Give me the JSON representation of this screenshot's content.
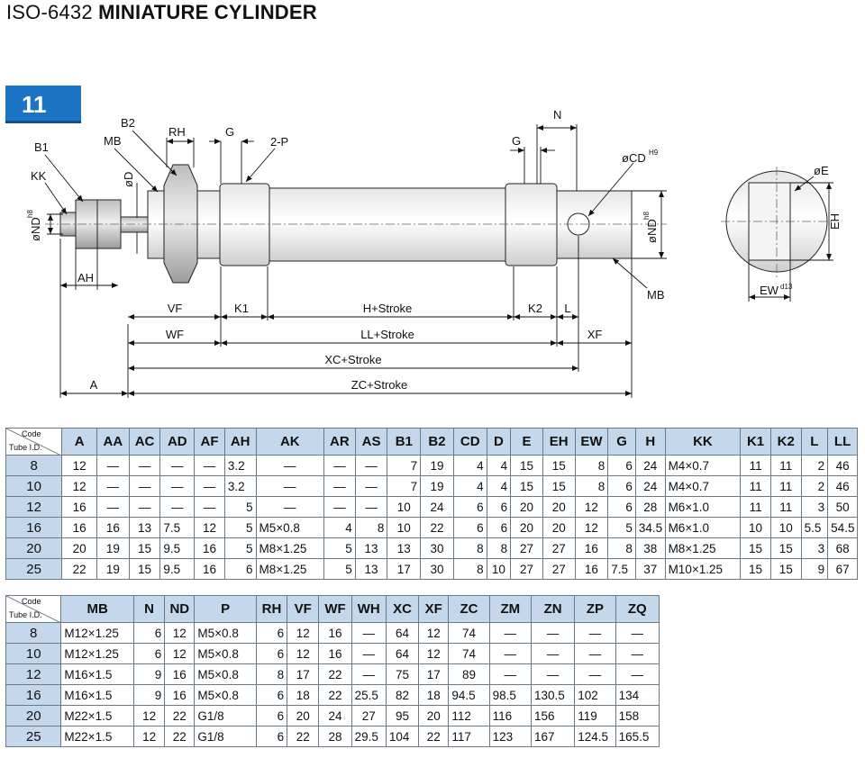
{
  "title": {
    "light": "ISO-6432",
    "bold": "MINIATURE CYLINDER"
  },
  "badge": "11",
  "drawing_labels": {
    "b2": "B2",
    "rh": "RH",
    "g_left": "G",
    "two_p": "2-P",
    "b1": "B1",
    "mb_top": "MB",
    "od": "øD",
    "kk": "KK",
    "ond_left": "øND",
    "ond_left_sup": "h8",
    "ah": "AH",
    "n": "N",
    "g_right": "G",
    "ocd": "øCD",
    "ocd_sup": "H9",
    "ond_right": "øND",
    "ond_right_sup": "h8",
    "mb_bottom": "MB",
    "oe": "øE",
    "eh": "EH",
    "ew": "EW",
    "ew_sup": "d13",
    "vf": "VF",
    "k1": "K1",
    "h_stroke": "H+Stroke",
    "k2": "K2",
    "l": "L",
    "wf": "WF",
    "ll_stroke": "LL+Stroke",
    "xf": "XF",
    "xc_stroke": "XC+Stroke",
    "a": "A",
    "zc_stroke": "ZC+Stroke"
  },
  "corner": {
    "code": "Code",
    "tube": "Tube I.D."
  },
  "table1": {
    "headers": [
      "A",
      "AA",
      "AC",
      "AD",
      "AF",
      "AH",
      "AK",
      "AR",
      "AS",
      "B1",
      "B2",
      "CD",
      "D",
      "E",
      "EH",
      "EW",
      "G",
      "H",
      "KK",
      "K1",
      "K2",
      "L",
      "LL"
    ],
    "rows": [
      [
        "8",
        "12",
        "—",
        "—",
        "—",
        "—",
        "3.2",
        "—",
        "—",
        "—",
        "7",
        "19",
        "4",
        "4",
        "15",
        "15",
        "8",
        "6",
        "24",
        "M4×0.7",
        "11",
        "11",
        "2",
        "46"
      ],
      [
        "10",
        "12",
        "—",
        "—",
        "—",
        "—",
        "3.2",
        "—",
        "—",
        "—",
        "7",
        "19",
        "4",
        "4",
        "15",
        "15",
        "8",
        "6",
        "24",
        "M4×0.7",
        "11",
        "11",
        "2",
        "46"
      ],
      [
        "12",
        "16",
        "—",
        "—",
        "—",
        "—",
        "5",
        "—",
        "—",
        "—",
        "10",
        "24",
        "6",
        "6",
        "20",
        "20",
        "12",
        "6",
        "28",
        "M6×1.0",
        "11",
        "11",
        "3",
        "50"
      ],
      [
        "16",
        "16",
        "16",
        "13",
        "7.5",
        "12",
        "5",
        "M5×0.8",
        "4",
        "8",
        "10",
        "22",
        "6",
        "6",
        "20",
        "20",
        "12",
        "5",
        "34.5",
        "M6×1.0",
        "10",
        "10",
        "5.5",
        "54.5"
      ],
      [
        "20",
        "20",
        "19",
        "15",
        "9.5",
        "16",
        "5",
        "M8×1.25",
        "5",
        "13",
        "13",
        "30",
        "8",
        "8",
        "27",
        "27",
        "16",
        "8",
        "38",
        "M8×1.25",
        "15",
        "15",
        "3",
        "68"
      ],
      [
        "25",
        "22",
        "19",
        "15",
        "9.5",
        "16",
        "6",
        "M8×1.25",
        "5",
        "13",
        "17",
        "30",
        "8",
        "10",
        "27",
        "27",
        "16",
        "7.5",
        "37",
        "M10×1.25",
        "15",
        "15",
        "9",
        "67"
      ]
    ]
  },
  "table2": {
    "headers": [
      "MB",
      "N",
      "ND",
      "P",
      "RH",
      "VF",
      "WF",
      "WH",
      "XC",
      "XF",
      "ZC",
      "ZM",
      "ZN",
      "ZP",
      "ZQ"
    ],
    "rows": [
      [
        "8",
        "M12×1.25",
        "6",
        "12",
        "M5×0.8",
        "6",
        "12",
        "16",
        "—",
        "64",
        "12",
        "74",
        "—",
        "—",
        "—",
        "—"
      ],
      [
        "10",
        "M12×1.25",
        "6",
        "12",
        "M5×0.8",
        "6",
        "12",
        "16",
        "—",
        "64",
        "12",
        "74",
        "—",
        "—",
        "—",
        "—"
      ],
      [
        "12",
        "M16×1.5",
        "9",
        "16",
        "M5×0.8",
        "8",
        "17",
        "22",
        "—",
        "75",
        "17",
        "89",
        "—",
        "—",
        "—",
        "—"
      ],
      [
        "16",
        "M16×1.5",
        "9",
        "16",
        "M5×0.8",
        "6",
        "18",
        "22",
        "25.5",
        "82",
        "18",
        "94.5",
        "98.5",
        "130.5",
        "102",
        "134"
      ],
      [
        "20",
        "M22×1.5",
        "12",
        "22",
        "G1/8",
        "6",
        "20",
        "24",
        "27",
        "95",
        "20",
        "112",
        "116",
        "156",
        "119",
        "158"
      ],
      [
        "25",
        "M22×1.5",
        "12",
        "22",
        "G1/8",
        "6",
        "22",
        "28",
        "29.5",
        "104",
        "22",
        "117",
        "123",
        "167",
        "124.5",
        "165.5"
      ]
    ]
  }
}
